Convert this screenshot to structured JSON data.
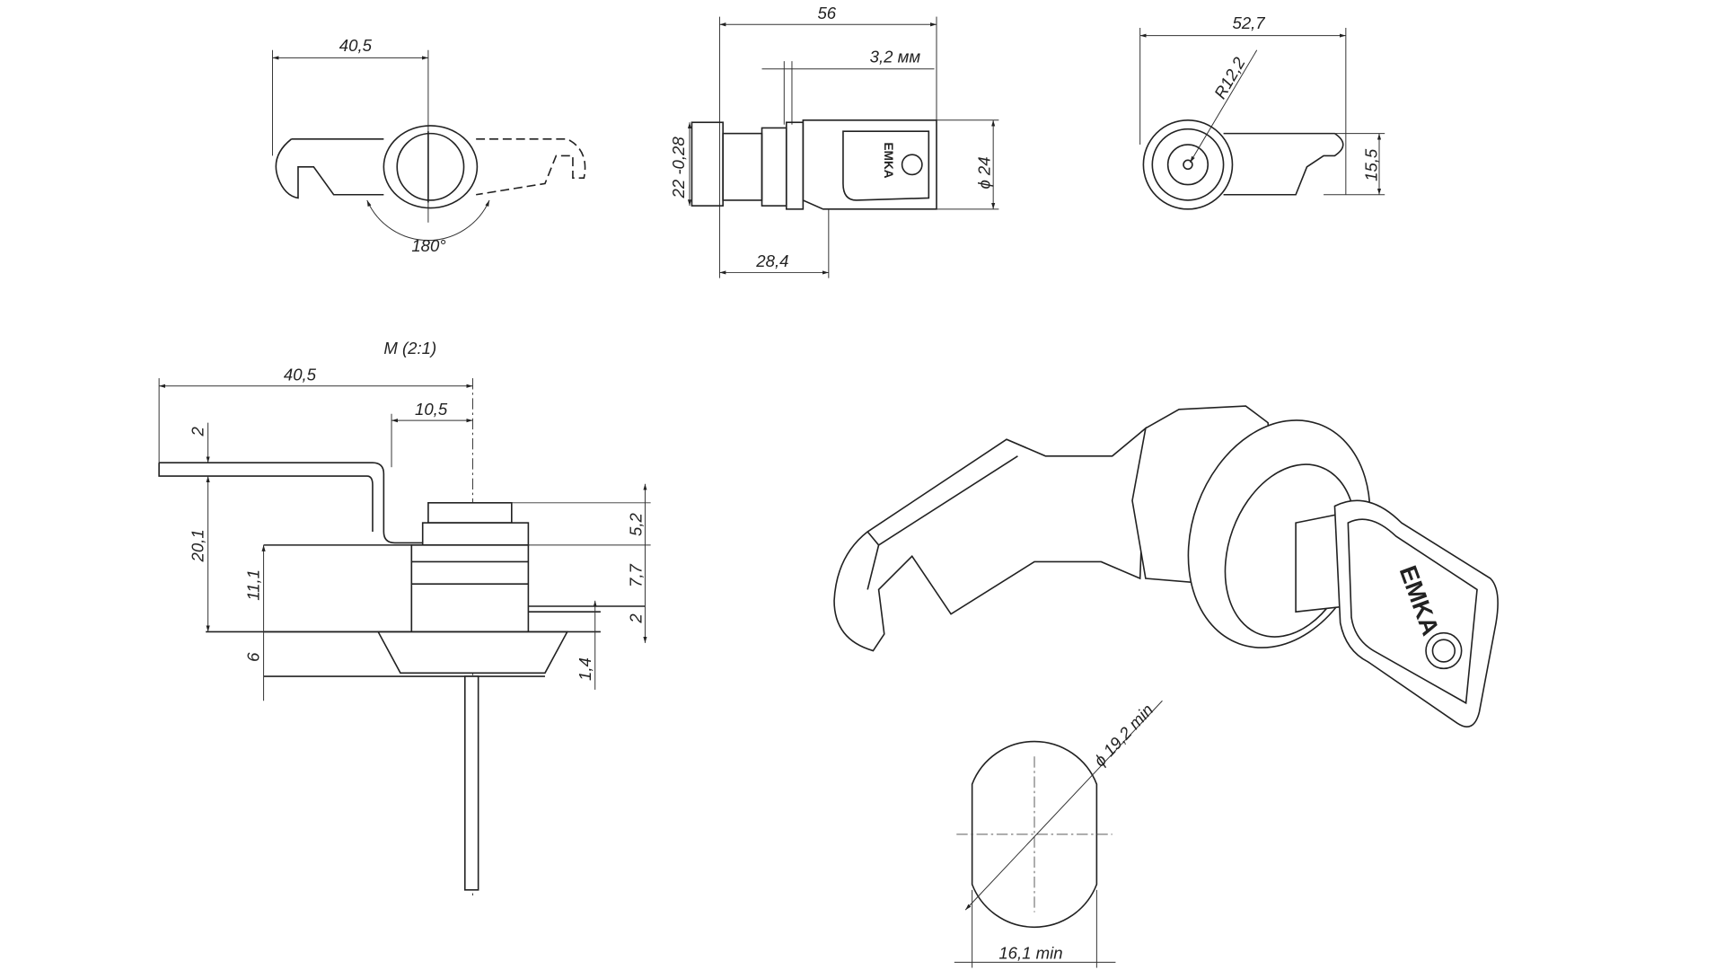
{
  "top_left_view": {
    "width": "40,5",
    "angle": "180°"
  },
  "top_middle_view": {
    "length": "56",
    "thickness": "3,2 мм",
    "thread": "22 -0,28",
    "diameter": "ϕ 24",
    "body_length": "28,4"
  },
  "top_right_view": {
    "width": "52,7",
    "radius": "R12,2",
    "height": "15,5"
  },
  "section_view": {
    "title": "M (2:1)",
    "dims": {
      "overall": "40,5",
      "offset": "10,5",
      "cam_thickness": "2",
      "height_total": "20,1",
      "body": "11,1",
      "flange": "6",
      "nut": "5,2",
      "mid": "7,7",
      "panel": "2",
      "flange_lip": "1,4"
    }
  },
  "isometric_view": {
    "key_brand": "EMKA"
  },
  "cutout_view": {
    "diameter": "ϕ 19,2 min",
    "flat_width": "16,1 min"
  }
}
